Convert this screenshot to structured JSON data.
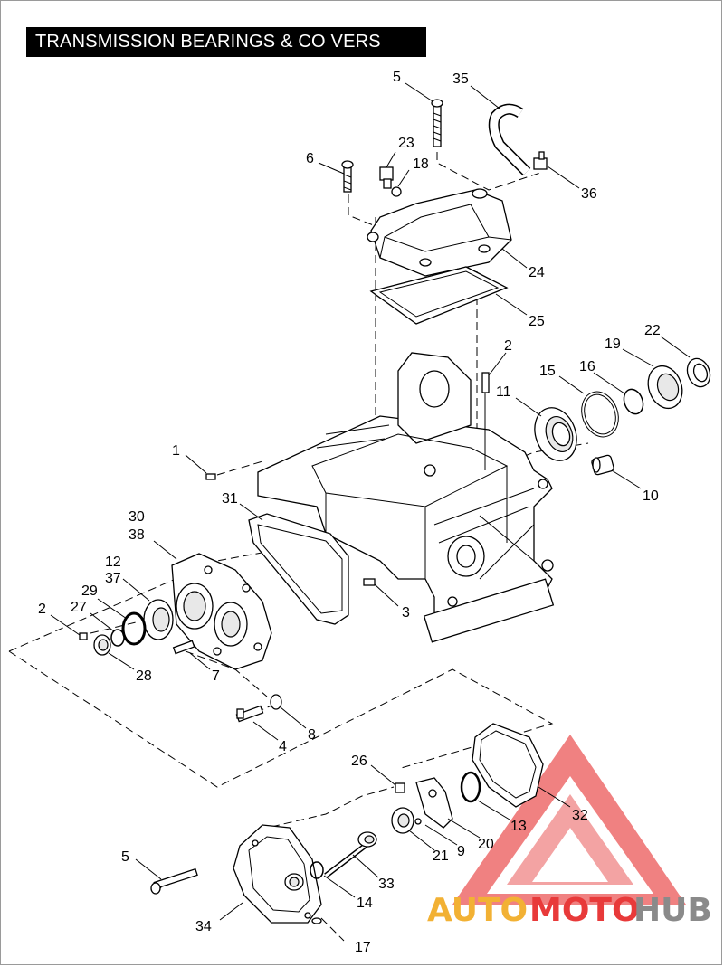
{
  "title": "TRANSMISSION BEARINGS & CO VERS",
  "callouts": {
    "c5a": "5",
    "c35": "35",
    "c23": "23",
    "c18": "18",
    "c6": "6",
    "c36": "36",
    "c24": "24",
    "c25": "25",
    "c2a": "2",
    "c22": "22",
    "c19": "19",
    "c16": "16",
    "c15": "15",
    "c11": "11",
    "c1": "1",
    "c10": "10",
    "c31": "31",
    "c30": "30",
    "c38": "38",
    "c12": "12",
    "c37": "37",
    "c29": "29",
    "c27": "27",
    "c2b": "2",
    "c3": "3",
    "c28": "28",
    "c7": "7",
    "c8": "8",
    "c4": "4",
    "c26": "26",
    "c32": "32",
    "c13": "13",
    "c20": "20",
    "c9": "9",
    "c21": "21",
    "c5b": "5",
    "c33": "33",
    "c14": "14",
    "c34": "34",
    "c17": "17"
  },
  "watermark": {
    "part1": "AUTO",
    "part2": "MOTO",
    "part3": "HUB"
  },
  "colors": {
    "watermark_red": "#e83a3a",
    "watermark_orange": "#f2b134",
    "watermark_grey": "#8a8a8a",
    "title_bg": "#000000"
  }
}
